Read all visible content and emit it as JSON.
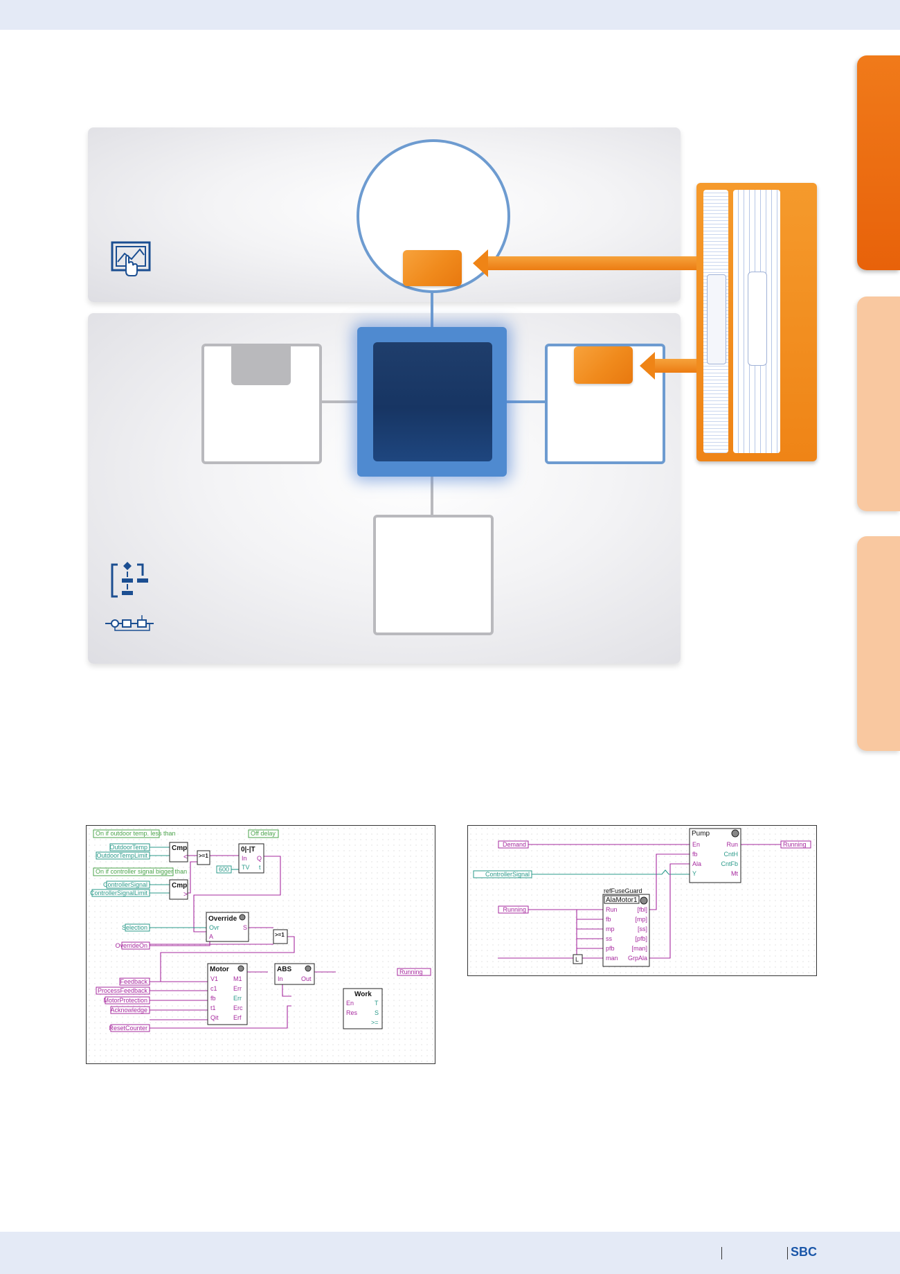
{
  "footer": {
    "brand": "SBC"
  },
  "colors": {
    "accent_orange": "#ef8416",
    "accent_blue": "#6d9bd0",
    "panel_gray": "#dedee3",
    "tab_light": "#f9c8a0"
  },
  "icons": {
    "panel_top": "touch-panel-icon",
    "panel_bottom_1": "flowchart-icon",
    "panel_bottom_2": "control-loop-icon"
  },
  "fbd_left": {
    "comments": [
      "On if outdoor temp. less than",
      "Off delay",
      "On if controller signal bigger than"
    ],
    "inputs": [
      "OutdoorTemp",
      "OutdoorTempLimit",
      "ControllerSignal",
      "ControllerSignalLimit",
      "Selection",
      "OverrideOn",
      "Feedback",
      "ProcessFeedback",
      "MotorProtection",
      "Acknowledge",
      "ResetCounter"
    ],
    "constant": "600",
    "outputs": [
      "Running"
    ],
    "blocks": {
      "cmp1": {
        "title": "Cmp",
        "pin": "<"
      },
      "cmp2": {
        "title": "Cmp",
        "pin": ">"
      },
      "or1": {
        "title": ">=1"
      },
      "or2": {
        "title": ">=1"
      },
      "timer": {
        "title": "0|-|T",
        "pins_in": [
          "In",
          "TV"
        ],
        "pins_out": [
          "Q",
          "t"
        ]
      },
      "override": {
        "title": "Override",
        "pins_in": [
          "Ovr",
          "A"
        ],
        "pins_out": [
          "S"
        ]
      },
      "motor": {
        "title": "Motor",
        "pins_in": [
          "V1",
          "c1",
          "fb",
          "t1",
          "Qit"
        ],
        "pins_out": [
          "M1",
          "Err",
          "Err",
          "Erc",
          "Erf"
        ]
      },
      "abs": {
        "title": "ABS",
        "pins_in": [
          "In"
        ],
        "pins_out": [
          "Out"
        ]
      },
      "work": {
        "title": "Work",
        "pins_in": [
          "En",
          "Res"
        ],
        "pins_out": [
          "T",
          "S",
          ">="
        ]
      }
    }
  },
  "fbd_right": {
    "inputs": [
      "Demand",
      "ControllerSignal",
      "Running"
    ],
    "constant": "L",
    "outputs": [
      "Running"
    ],
    "blocks": {
      "pump": {
        "title": "Pump",
        "pins_in": [
          "En",
          "fb",
          "Ala",
          "Y"
        ],
        "pins_out": [
          "Run",
          "CntH",
          "CntFb",
          "Mt"
        ]
      },
      "alamotor": {
        "ref": "refFuseGuard",
        "title": "AlaMotor1",
        "pins_in": [
          "Run",
          "fb",
          "mp",
          "ss",
          "pfb",
          "man"
        ],
        "pins_out": [
          "[fbl]",
          "[mp]",
          "[ss]",
          "[pfb]",
          "[man]",
          "GrpAla"
        ]
      }
    }
  }
}
